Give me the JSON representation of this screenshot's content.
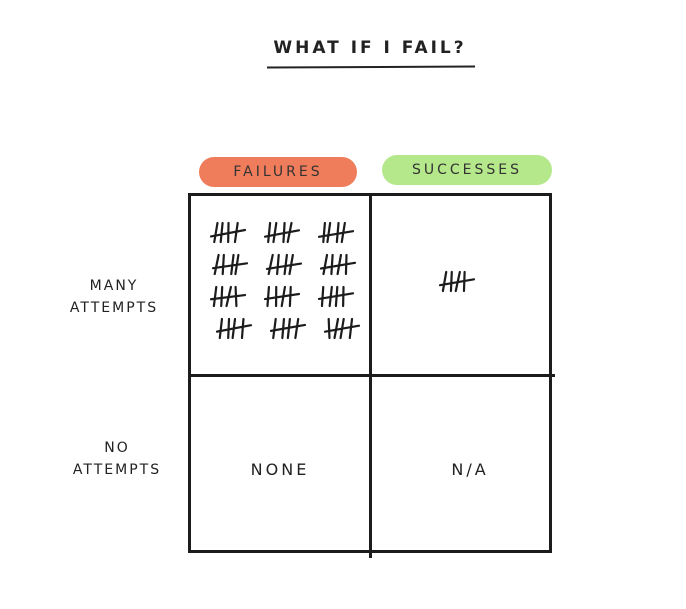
{
  "title": "WHAT IF I FAIL?",
  "columns": [
    {
      "label": "FAILURES",
      "color": "#ef7d5c"
    },
    {
      "label": "SUCCESSES",
      "color": "#b5e88b"
    }
  ],
  "rows": [
    {
      "label_line1": "MANY",
      "label_line2": "ATTEMPTS"
    },
    {
      "label_line1": "NO",
      "label_line2": "ATTEMPTS"
    }
  ],
  "cells": {
    "many_failures_tally_groups": 12,
    "many_successes_tally_groups": 1,
    "no_failures": "NONE",
    "no_successes": "N/A"
  }
}
